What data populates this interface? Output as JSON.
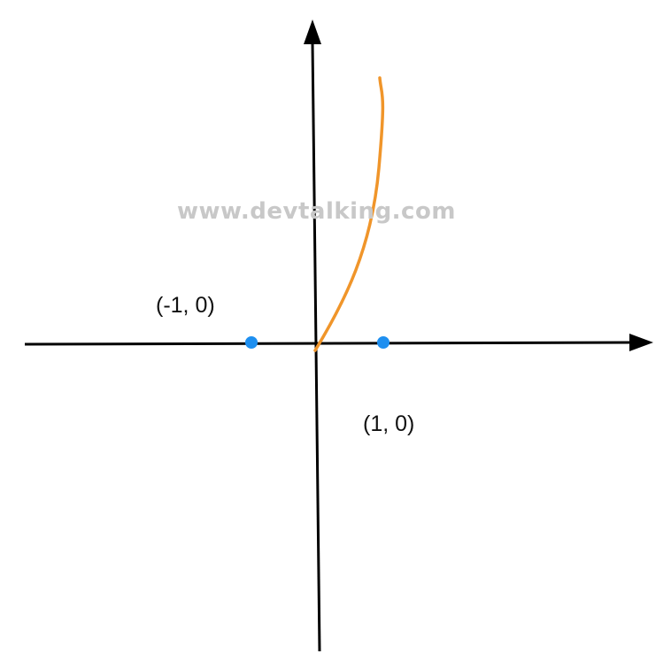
{
  "watermark": "www.devtalking.com",
  "points": [
    {
      "label": "(-1, 0)",
      "x": -1,
      "y": 0
    },
    {
      "label": "(1, 0)",
      "x": 1,
      "y": 0
    }
  ],
  "colors": {
    "axis": "#000000",
    "curve": "#f0952a",
    "point": "#1e8ff0",
    "watermark": "#c8c8c8",
    "label": "#111111"
  }
}
